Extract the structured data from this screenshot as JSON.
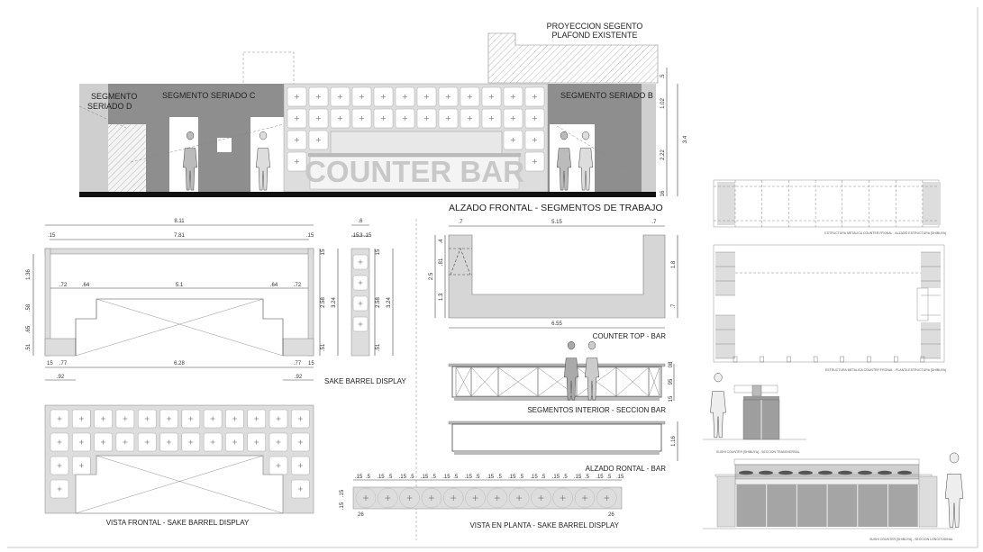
{
  "sheet": {
    "main_elevation": {
      "title": "ALZADO FRONTAL - SEGMENTOS DE TRABAJO",
      "projection_label_1": "PROYECCION SEGENTO",
      "projection_label_2": "PLAFOND EXISTENTE",
      "segment_d_1": "SEGMENTO",
      "segment_d_2": "SERIADO D",
      "segment_c": "SEGMENTO SERIADO C",
      "segment_b": "SEGMENTO SERIADO B",
      "counter_text": "COUNTER BAR",
      "dims": [
        ".5",
        "1.02",
        "2.22",
        "3.4",
        "16"
      ]
    },
    "sake_barrel_display": {
      "title": "SAKE BARREL DISPLAY",
      "top_dims": [
        "8.11",
        ".15",
        "7.81",
        ".15"
      ],
      "inner_dims": [
        ".72",
        ".64",
        "5.1",
        ".64",
        ".72"
      ],
      "left_dims": [
        "1.36",
        ".58",
        ".65",
        ".51"
      ],
      "right_dims": [
        "15",
        "2.58",
        "3.24",
        ".51"
      ],
      "bottom_dims": [
        "15",
        ".77",
        "6.28",
        ".77",
        "15"
      ],
      "base_dims": [
        ".92",
        ".92"
      ],
      "side_dims": [
        ".6",
        ".15",
        ".3",
        ".15",
        "15",
        "2.58",
        "3.24",
        ".51"
      ]
    },
    "counter_top": {
      "title": "COUNTER TOP - BAR",
      "top_dims": [
        ".7",
        "5.15",
        ".7"
      ],
      "left_dims": [
        "2.5",
        ".4",
        ".81",
        "1.3"
      ],
      "right_dims": [
        "1.8",
        ".7"
      ],
      "bottom_dim": "6.55"
    },
    "section_bar": {
      "title": "SEGMENTOS INTERIOR - SECCION BAR",
      "dims": [
        "08",
        "95",
        "15"
      ]
    },
    "front_bar": {
      "title": "ALZADO RONTAL - BAR",
      "dim": "1.16"
    },
    "vista_frontal": {
      "title": "VISTA FRONTAL - SAKE BARREL DISPLAY"
    },
    "vista_planta": {
      "title": "VISTA EN PLANTA - SAKE BARREL DISPLAY",
      "dims": [
        ".15",
        ".5",
        ".15",
        "26",
        "26"
      ]
    },
    "structure": {
      "elevation_title": "ESTRUCTURA METALICA COUNTER FRONAL - ALZADO ESTRUCTURA [SHIBUYA]",
      "plan_title": "ESTRUCTURA METALICA COUNTER FRONAL - PLANTA ESTRUCTURA [SHIBUYA]",
      "sushi_transversal": "SUSHI COUNTER [SHIBUYA] - SECCION TRANSVERSAL",
      "sushi_longitudinal": "SUSHI COUNTER [SHIBUYA] - SECCION LONGITUDINAL"
    },
    "colors": {
      "dark_segment": "#8e8e8e",
      "light_segment": "#cfcfcf",
      "panel": "#e6e6e6",
      "hatch": "#9a9a9a"
    }
  }
}
